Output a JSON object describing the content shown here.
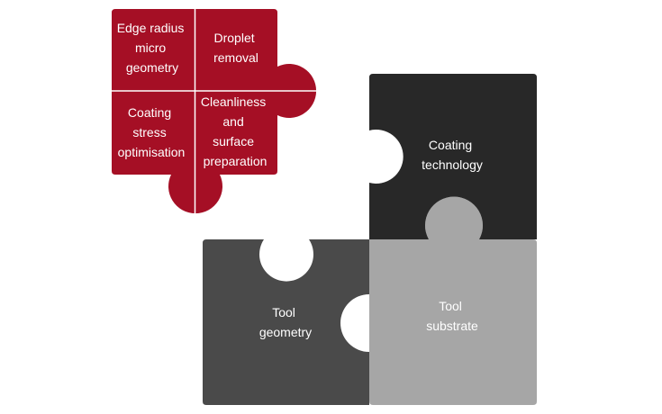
{
  "colors": {
    "red": "#A50F25",
    "black": "#282828",
    "dark_gray": "#4A4A4A",
    "light_gray": "#A6A6A6",
    "text": "#FFFFFF",
    "divider": "#FFFFFF"
  },
  "pieces": {
    "edge_radius": [
      "Edge radius",
      "micro",
      "geometry"
    ],
    "droplet_removal": [
      "Droplet",
      "removal"
    ],
    "coating_stress": [
      "Coating",
      "stress",
      "optimisation"
    ],
    "cleanliness": [
      "Cleanliness",
      "and",
      "surface",
      "preparation"
    ],
    "coating_technology": [
      "Coating",
      "technology"
    ],
    "tool_geometry": [
      "Tool",
      "geometry"
    ],
    "tool_substrate": [
      "Tool",
      "substrate"
    ]
  }
}
